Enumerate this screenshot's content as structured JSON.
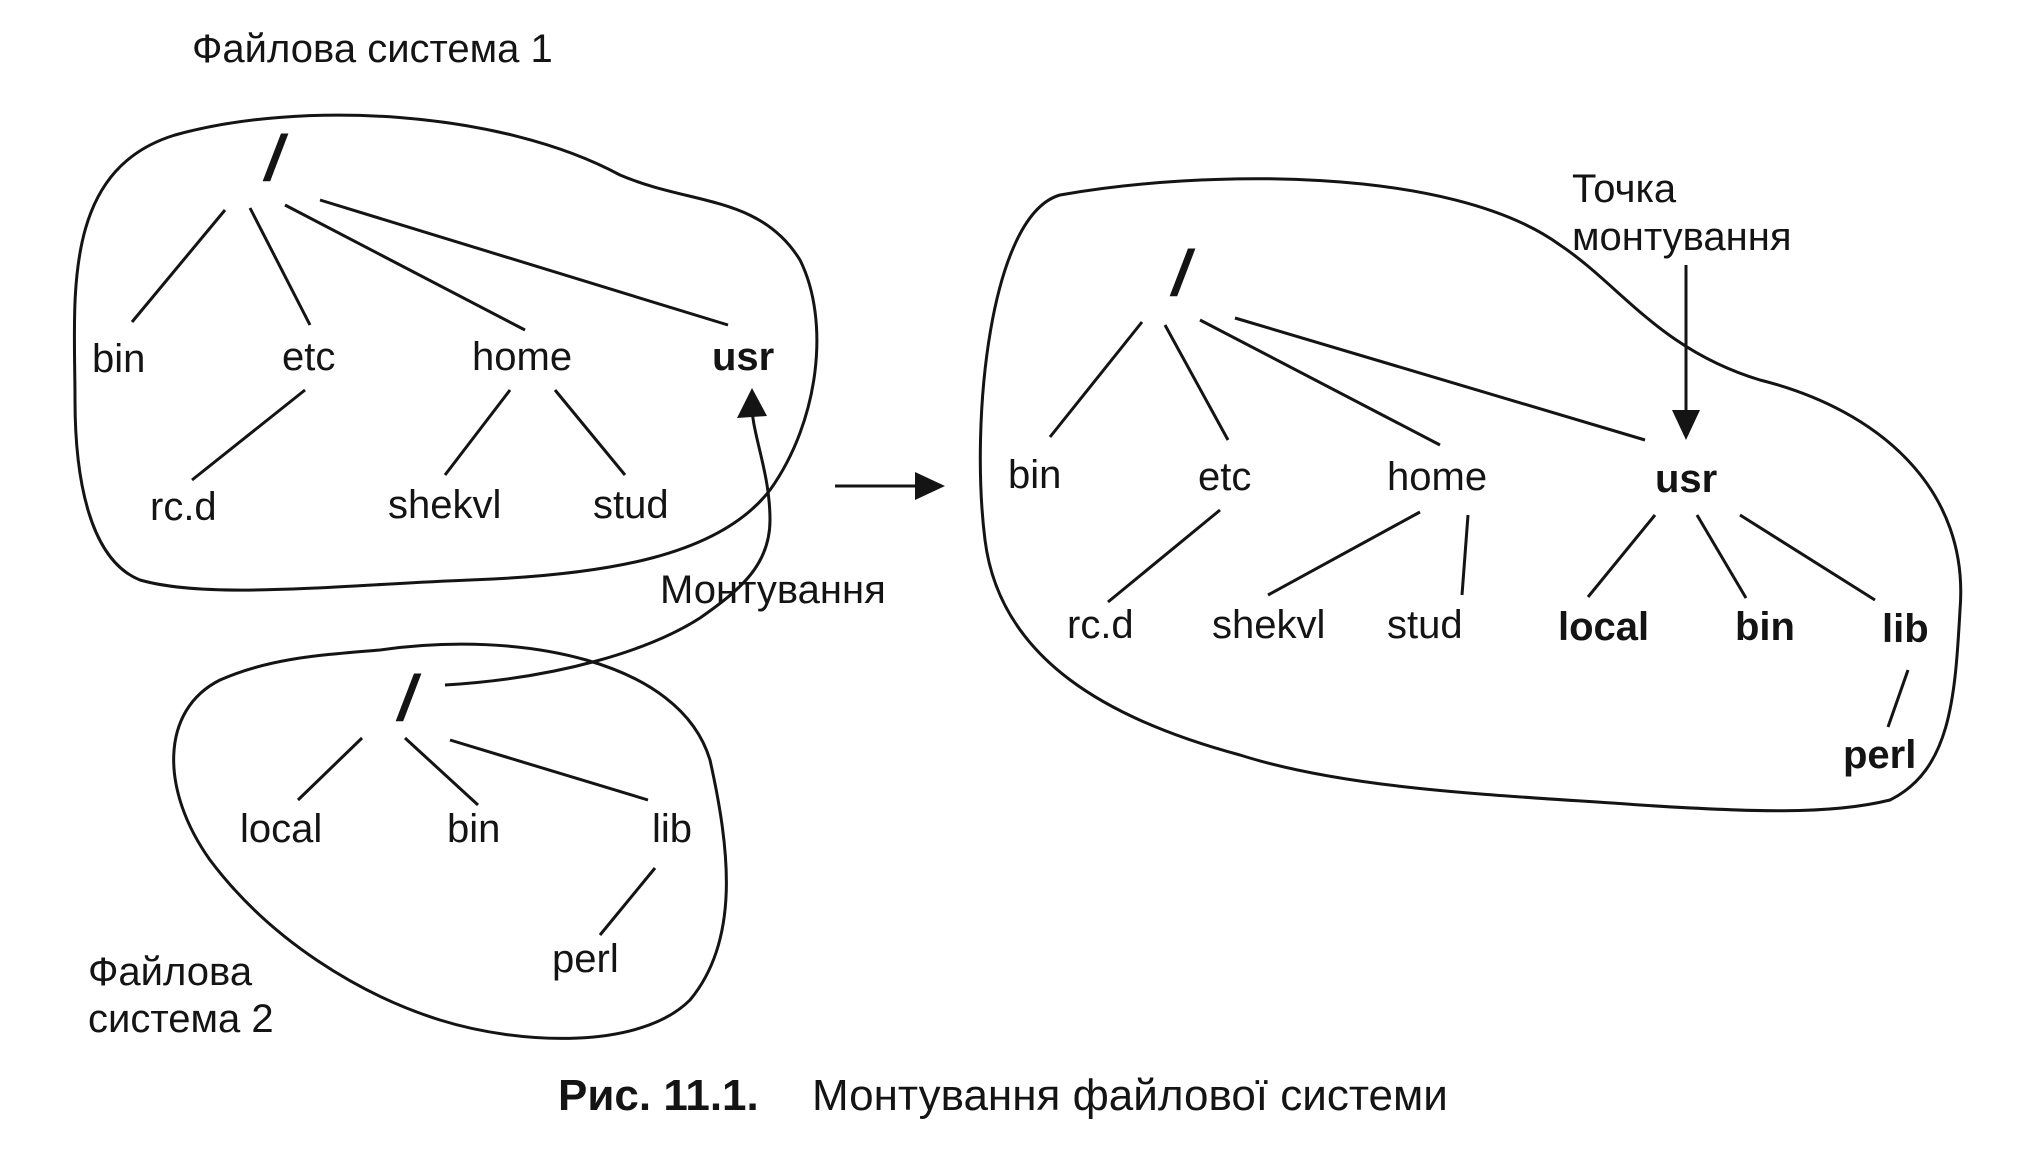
{
  "fs1": {
    "title": "Файлова система 1",
    "root": "/",
    "bin": "bin",
    "etc": "etc",
    "home": "home",
    "usr": "usr",
    "rcd": "rc.d",
    "shekvl": "shekvl",
    "stud": "stud"
  },
  "fs2": {
    "title_line1": "Файлова",
    "title_line2": "система 2",
    "root": "/",
    "local": "local",
    "bin": "bin",
    "lib": "lib",
    "perl": "perl"
  },
  "mount_label": "Монтування",
  "result": {
    "mount_point_line1": "Точка",
    "mount_point_line2": "монтування",
    "root": "/",
    "bin": "bin",
    "etc": "etc",
    "home": "home",
    "usr": "usr",
    "rcd": "rc.d",
    "shekvl": "shekvl",
    "stud": "stud",
    "local": "local",
    "bin2": "bin",
    "lib": "lib",
    "perl": "perl"
  },
  "caption": {
    "number": "Рис. 11.1.",
    "text": "Монтування файлової системи"
  }
}
